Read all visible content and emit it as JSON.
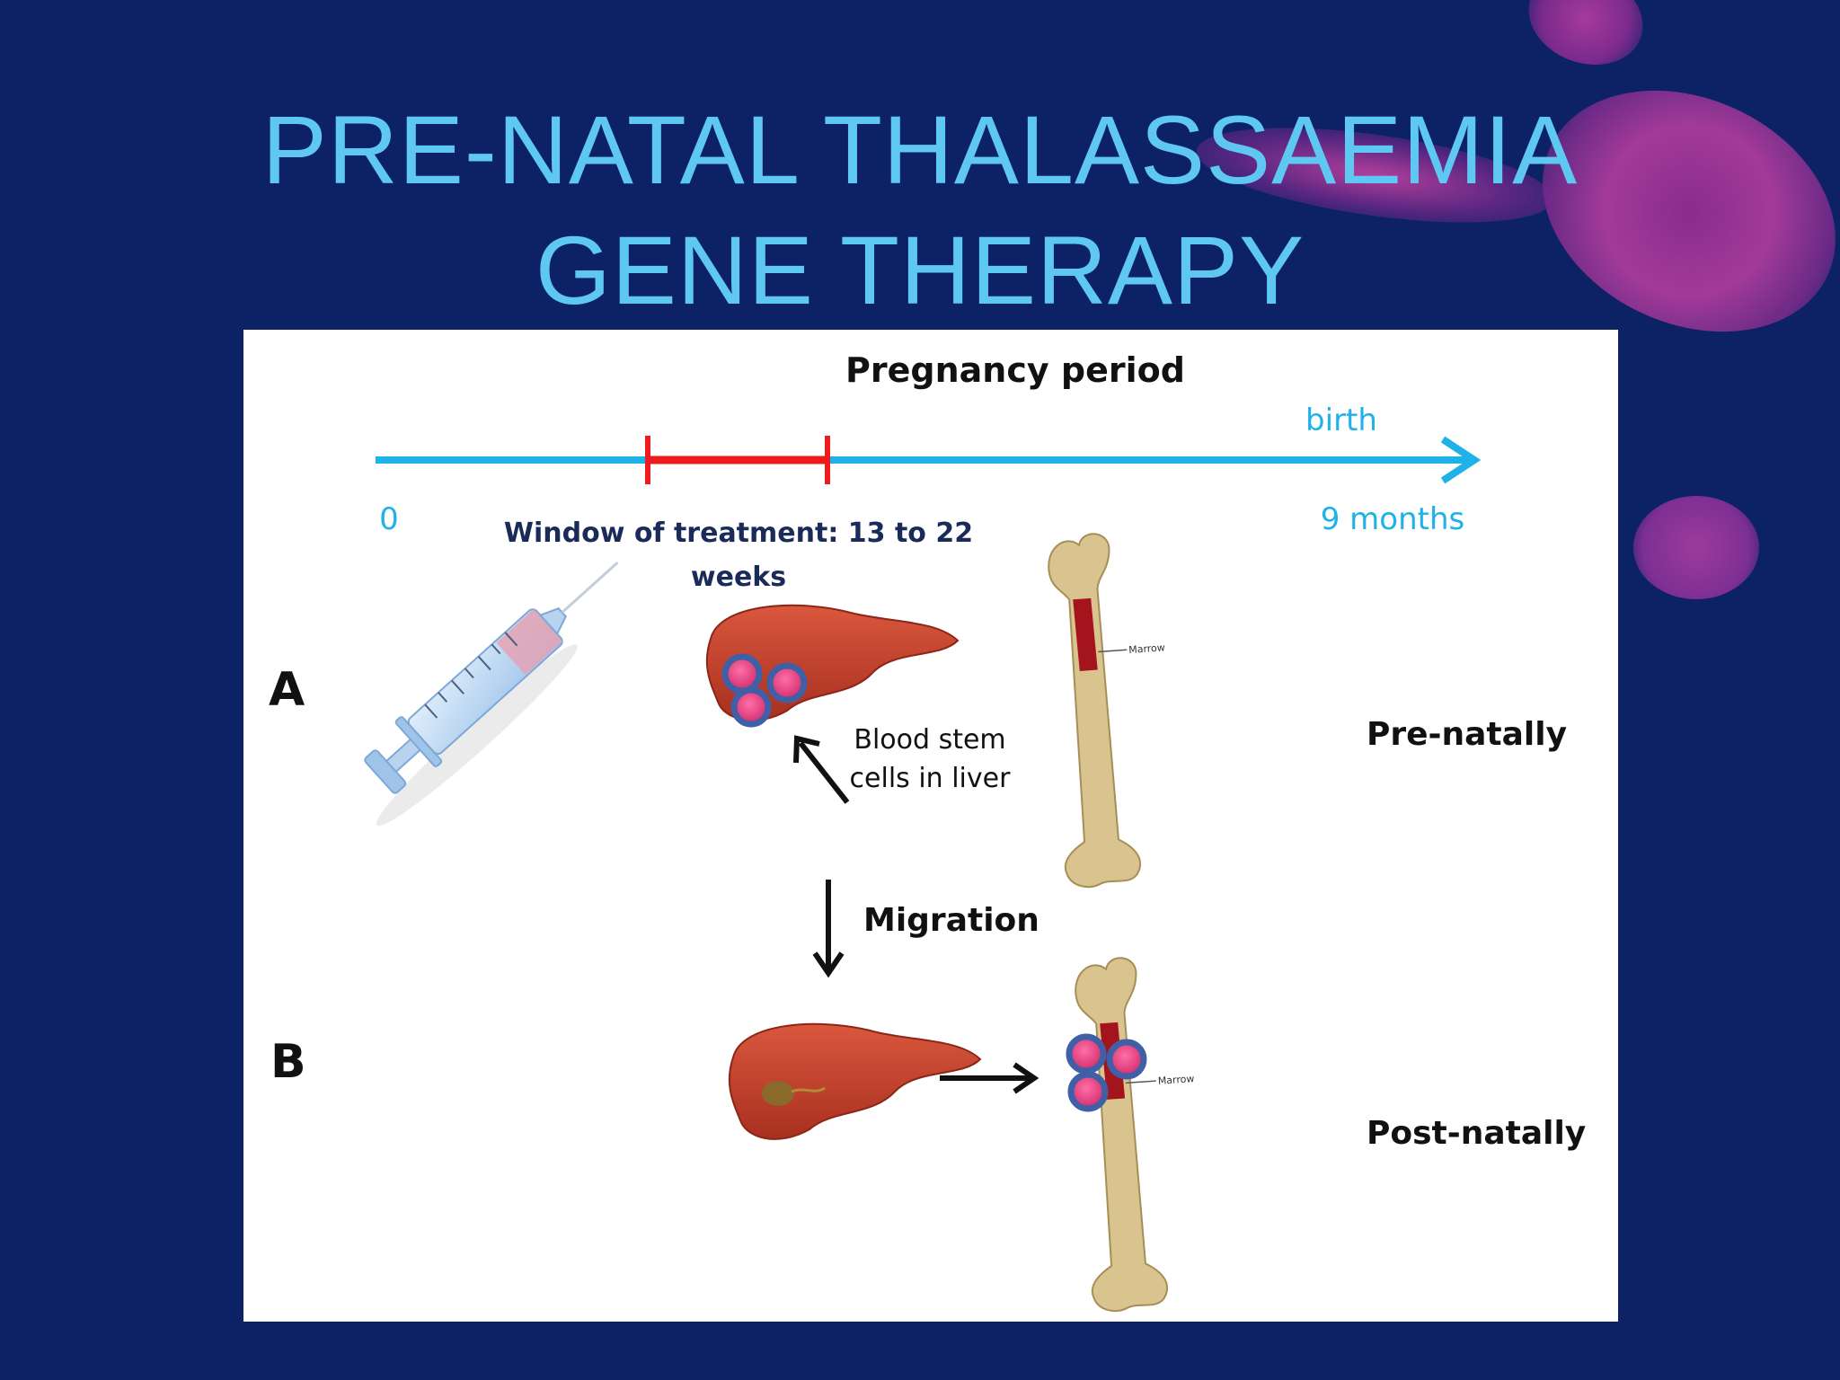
{
  "title": {
    "line1": "PRE-NATAL THALASSAEMIA",
    "line2": "GENE THERAPY"
  },
  "timeline": {
    "heading": "Pregnancy period",
    "start_label": "0",
    "end_top_label": "birth",
    "end_bottom_label": "9 months",
    "window_line1": "Window of treatment: 13 to 22",
    "window_line2": "weeks"
  },
  "row_a": {
    "letter": "A",
    "cells_label_line1": "Blood stem",
    "cells_label_line2": "cells in liver",
    "marrow_label": "Marrow",
    "side_label": "Pre-natally"
  },
  "migration_label": "Migration",
  "row_b": {
    "letter": "B",
    "marrow_label": "Marrow",
    "side_label": "Post-natally"
  },
  "colors": {
    "background": "#0c2265",
    "title": "#5ec8f2",
    "timeline": "#1fb2e8",
    "treatment_window": "#ee1c1c",
    "window_text": "#1a2b5a",
    "liver": "#c8432e",
    "stem_cell_ring": "#3f5fa6",
    "stem_cell_core": "#e0407e",
    "bone": "#d9c48f",
    "marrow": "#a3141c"
  }
}
